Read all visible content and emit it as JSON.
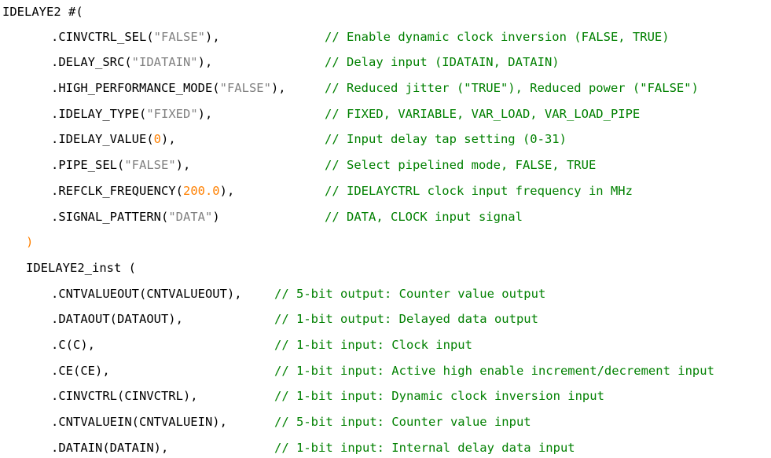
{
  "colors": {
    "background": "#ffffff",
    "code": "#000000",
    "comment": "#008000",
    "string": "#808080",
    "number": "#ff8000"
  },
  "editor": {
    "lines": [
      {
        "tokens": [
          {
            "t": "IDELAYE2 #(",
            "k": "code"
          }
        ],
        "comment": ""
      },
      {
        "tokens": [
          {
            "t": ".CINVCTRL_SEL(",
            "k": "code"
          },
          {
            "t": "\"FALSE\"",
            "k": "str"
          },
          {
            "t": "),",
            "k": "code"
          }
        ],
        "comment": "// Enable dynamic clock inversion (FALSE, TRUE)"
      },
      {
        "tokens": [
          {
            "t": ".DELAY_SRC(",
            "k": "code"
          },
          {
            "t": "\"IDATAIN\"",
            "k": "str"
          },
          {
            "t": "),",
            "k": "code"
          }
        ],
        "comment": "// Delay input (IDATAIN, DATAIN)"
      },
      {
        "tokens": [
          {
            "t": ".HIGH_PERFORMANCE_MODE(",
            "k": "code"
          },
          {
            "t": "\"FALSE\"",
            "k": "str"
          },
          {
            "t": "),",
            "k": "code"
          }
        ],
        "comment": "// Reduced jitter (\"TRUE\"), Reduced power (\"FALSE\")"
      },
      {
        "tokens": [
          {
            "t": ".IDELAY_TYPE(",
            "k": "code"
          },
          {
            "t": "\"FIXED\"",
            "k": "str"
          },
          {
            "t": "),",
            "k": "code"
          }
        ],
        "comment": "// FIXED, VARIABLE, VAR_LOAD, VAR_LOAD_PIPE"
      },
      {
        "tokens": [
          {
            "t": ".IDELAY_VALUE(",
            "k": "code"
          },
          {
            "t": "0",
            "k": "num"
          },
          {
            "t": "),",
            "k": "code"
          }
        ],
        "comment": "// Input delay tap setting (0-31)"
      },
      {
        "tokens": [
          {
            "t": ".PIPE_SEL(",
            "k": "code"
          },
          {
            "t": "\"FALSE\"",
            "k": "str"
          },
          {
            "t": "),",
            "k": "code"
          }
        ],
        "comment": "// Select pipelined mode, FALSE, TRUE"
      },
      {
        "tokens": [
          {
            "t": ".REFCLK_FREQUENCY(",
            "k": "code"
          },
          {
            "t": "200.0",
            "k": "num"
          },
          {
            "t": "),",
            "k": "code"
          }
        ],
        "comment": "// IDELAYCTRL clock input frequency in MHz"
      },
      {
        "tokens": [
          {
            "t": ".SIGNAL_PATTERN(",
            "k": "code"
          },
          {
            "t": "\"DATA\"",
            "k": "str"
          },
          {
            "t": ")",
            "k": "code"
          }
        ],
        "comment": "// DATA, CLOCK input signal"
      },
      {
        "tokens": [
          {
            "t": ")",
            "k": "num"
          }
        ],
        "comment": ""
      },
      {
        "tokens": [
          {
            "t": "IDELAYE2_inst (",
            "k": "code"
          }
        ],
        "comment": ""
      },
      {
        "tokens": [
          {
            "t": ".CNTVALUEOUT(CNTVALUEOUT),",
            "k": "code"
          }
        ],
        "comment": "// 5-bit output: Counter value output"
      },
      {
        "tokens": [
          {
            "t": ".DATAOUT(DATAOUT),",
            "k": "code"
          }
        ],
        "comment": "// 1-bit output: Delayed data output"
      },
      {
        "tokens": [
          {
            "t": ".C(C),",
            "k": "code"
          }
        ],
        "comment": "// 1-bit input: Clock input"
      },
      {
        "tokens": [
          {
            "t": ".CE(CE),",
            "k": "code"
          }
        ],
        "comment": "// 1-bit input: Active high enable increment/decrement input"
      },
      {
        "tokens": [
          {
            "t": ".CINVCTRL(CINVCTRL),",
            "k": "code"
          }
        ],
        "comment": "// 1-bit input: Dynamic clock inversion input"
      },
      {
        "tokens": [
          {
            "t": ".CNTVALUEIN(CNTVALUEIN),",
            "k": "code"
          }
        ],
        "comment": "// 5-bit input: Counter value input"
      },
      {
        "tokens": [
          {
            "t": ".DATAIN(DATAIN),",
            "k": "code"
          }
        ],
        "comment": "// 1-bit input: Internal delay data input"
      }
    ]
  }
}
